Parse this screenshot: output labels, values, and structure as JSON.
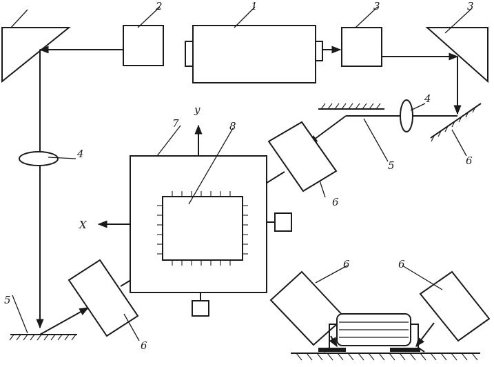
{
  "labels": {
    "n1": "1",
    "n2": "2",
    "n3": "3",
    "n4": "4",
    "n5": "5",
    "n6": "6",
    "n7": "7",
    "n8": "8",
    "axis_x": "X",
    "axis_y": "y"
  }
}
